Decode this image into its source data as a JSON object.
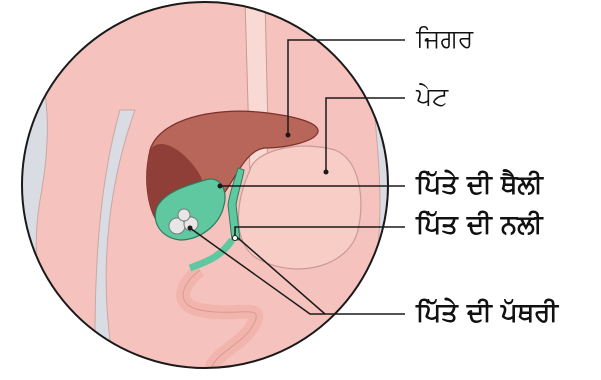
{
  "labels": {
    "liver": "ਜਿਗਰ",
    "stomach": "ਪੇਟ",
    "gallbladder": "ਪਿੱਤੇ ਦੀ ਥੈਲੀ",
    "bile_duct": "ਪਿੱਤ ਦੀ ਨਲੀ",
    "gallstones": "ਪਿੱਤੇ ਦੀ ਪੱਥਰੀ"
  },
  "colors": {
    "tissue": "#f6c2bd",
    "liver": "#b9665a",
    "liver_dark": "#8f3e38",
    "stomach": "#f8cdc6",
    "gallbladder": "#5fc8a0",
    "stone": "#e6e6e6",
    "outline": "#1a1a1a"
  }
}
